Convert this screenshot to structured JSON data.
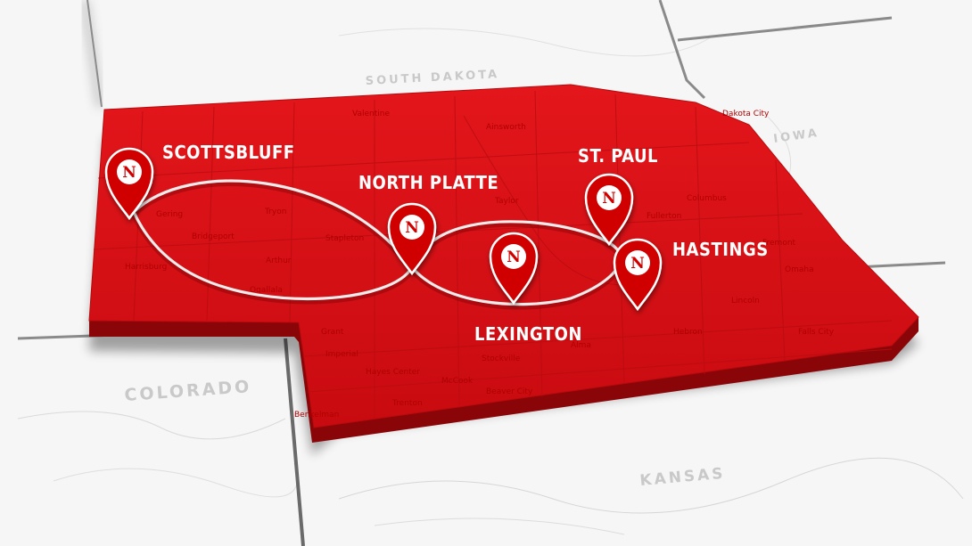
{
  "map": {
    "state_labels": {
      "south_dakota": "SOUTH DAKOTA",
      "iowa": "IOWA",
      "colorado": "COLORADO",
      "kansas": "KANSAS"
    },
    "pin_symbol": "N",
    "locations": [
      {
        "id": "scottsbluff",
        "name": "SCOTTSBLUFF"
      },
      {
        "id": "north-platte",
        "name": "NORTH PLATTE"
      },
      {
        "id": "st-paul",
        "name": "ST. PAUL"
      },
      {
        "id": "lexington",
        "name": "LEXINGTON"
      },
      {
        "id": "hastings",
        "name": "HASTINGS"
      }
    ],
    "colors": {
      "state_fill": "#d90f14",
      "state_side": "#8a0508",
      "route": "#ececec",
      "pin_fill": "#d00000",
      "pin_stroke": "#ffffff",
      "neighbor_fill": "#f4f4f4",
      "border": "#7a7a7a"
    }
  }
}
